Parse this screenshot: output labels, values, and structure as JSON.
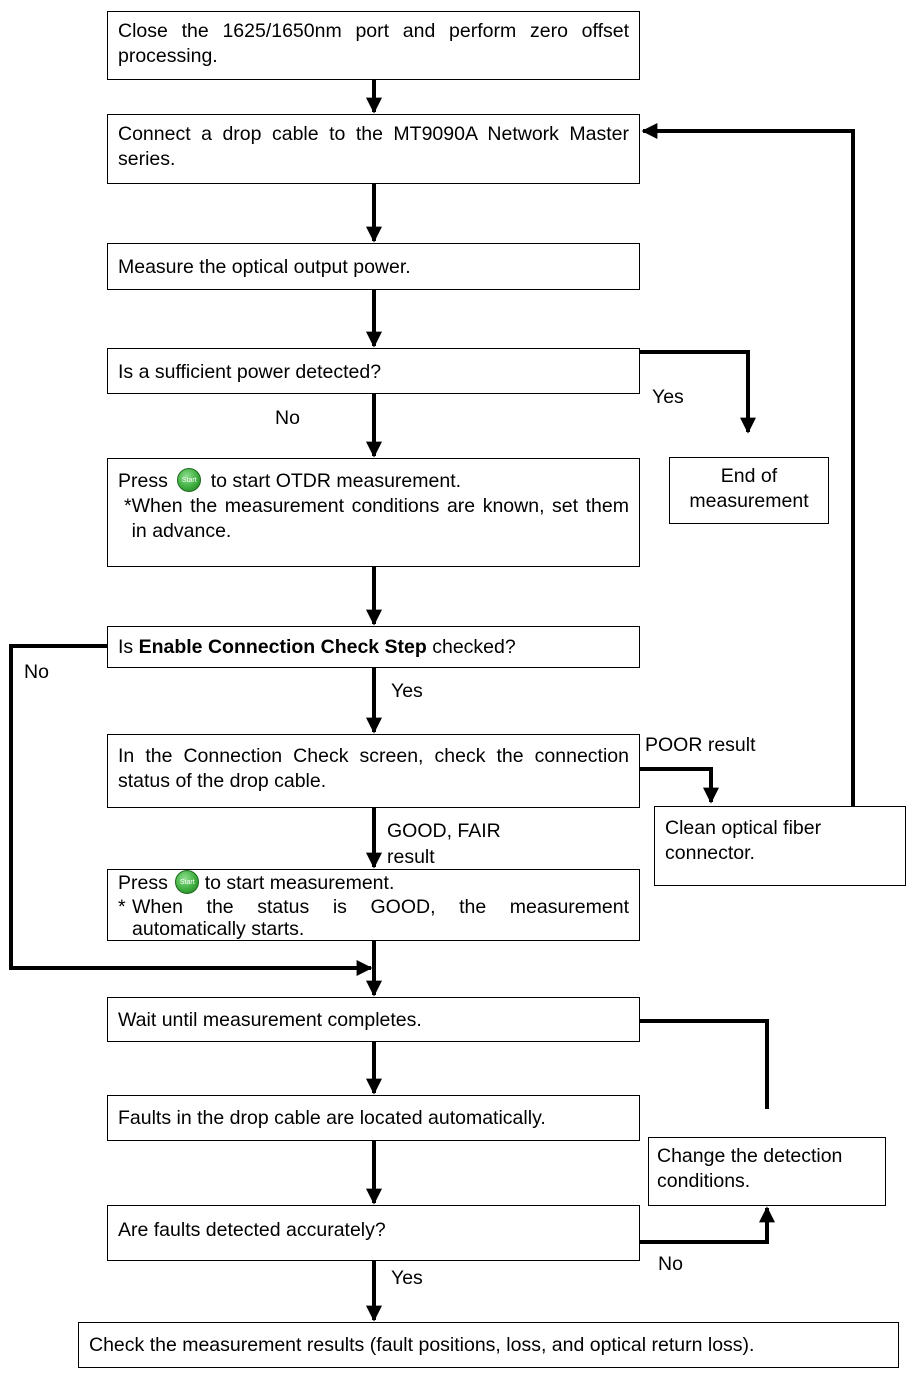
{
  "steps": {
    "zero_offset": "Close the 1625/1650nm port and perform zero offset processing.",
    "connect": "Connect a drop cable to the MT9090A Network Master series.",
    "measure_power": "Measure the optical output power.",
    "sufficient_power": "Is a sufficient power detected?",
    "end": "End of measurement",
    "press_start_1": {
      "prefix": "Press",
      "suffix": "to start OTDR measurement.",
      "note_star": "*",
      "note": "When the measurement conditions are known, set them in advance."
    },
    "enable_check": {
      "prefix": "Is",
      "bold": "Enable Connection Check Step",
      "suffix": "checked?"
    },
    "connection_check": "In the Connection Check screen, check the connection status of the drop cable.",
    "clean": "Clean optical fiber connector.",
    "press_start_2": {
      "prefix": "Press",
      "suffix": "to start measurement.",
      "note_star": "*",
      "note": "When the status is GOOD, the measurement automatically starts."
    },
    "wait": "Wait until measurement completes.",
    "faults_located": "Faults in the drop cable are located automatically.",
    "change_conditions": "Change the detection conditions.",
    "faults_accurate": "Are faults detected accurately?",
    "check_results": "Check the measurement results (fault positions, loss, and optical return loss)."
  },
  "start_icon": {
    "text": "Start",
    "color": "#3fae3f"
  },
  "labels": {
    "yes_power": "Yes",
    "no_power": "No",
    "no_enable": "No",
    "yes_enable": "Yes",
    "poor": "POOR result",
    "good_fair_1": "GOOD, FAIR",
    "good_fair_2": "result",
    "no_faults": "No",
    "yes_faults": "Yes"
  }
}
